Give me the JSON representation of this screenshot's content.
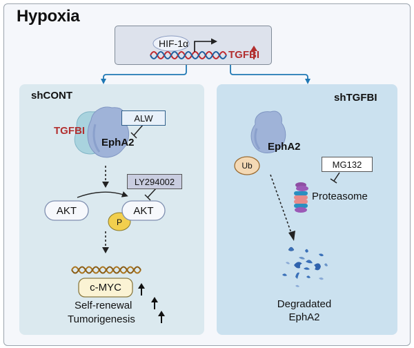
{
  "title": "Hypoxia",
  "header": {
    "transcription_factor": "HIF-1α",
    "target_gene": "TGFBI",
    "target_change": "up-arrow"
  },
  "panels": {
    "left": {
      "label": "shCONT",
      "ligand": "TGFBI",
      "receptor": "EphA2",
      "inhibitor_1": "ALW",
      "inhibitor_2": "LY294002",
      "akt_inactive": "AKT",
      "akt_active": "AKT",
      "phospho": "P",
      "gene": "c-MYC",
      "outcome_1": "Self-renewal",
      "outcome_2": "Tumorigenesis"
    },
    "right": {
      "label": "shTGFBI",
      "receptor": "EphA2",
      "ubiquitin": "Ub",
      "inhibitor": "MG132",
      "proteasome": "Proteasome",
      "result_line1": "Degradated",
      "result_line2": "EphA2"
    }
  },
  "colors": {
    "accent_red": "#b22f2f",
    "arrow_blue": "#1f78b4",
    "dna_red": "#c0282d",
    "dna_blue": "#1f5f9e",
    "dna_brown": "#a9741e",
    "ephA2": "#9fb3d8",
    "tgfbi_protein": "#a9d3de",
    "phospho_yellow": "#f2cf4e",
    "ub_tan": "#f4d9b5"
  }
}
